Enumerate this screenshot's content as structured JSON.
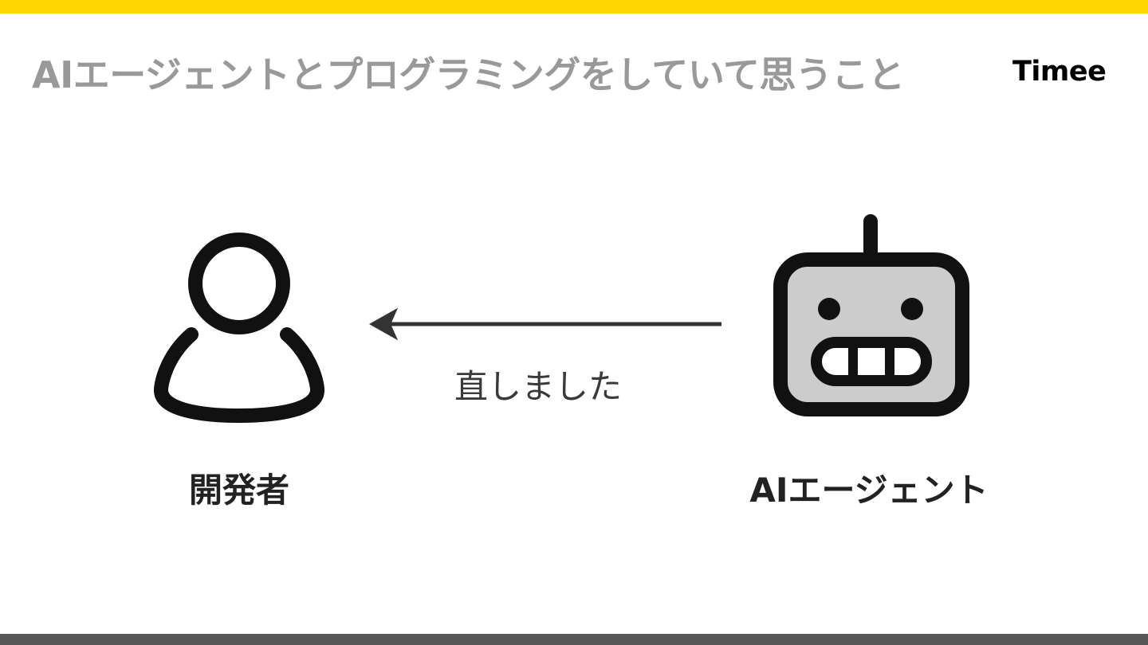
{
  "slide": {
    "title": "AIエージェントとプログラミングをしていて思うこと",
    "logo": "Timee"
  },
  "diagram": {
    "source_node": {
      "label": "開発者",
      "icon": "person-icon"
    },
    "target_node": {
      "label": "AIエージェント",
      "icon": "robot-icon"
    },
    "edge": {
      "label": "直しました",
      "direction": "AIエージェント → 開発者"
    }
  },
  "colors": {
    "accent_bar": "#FFD600",
    "footer_bar": "#585858",
    "title_text": "#999999",
    "icon_stroke": "#111111",
    "robot_face_fill": "#CCCCCC",
    "arrow": "#333333"
  }
}
